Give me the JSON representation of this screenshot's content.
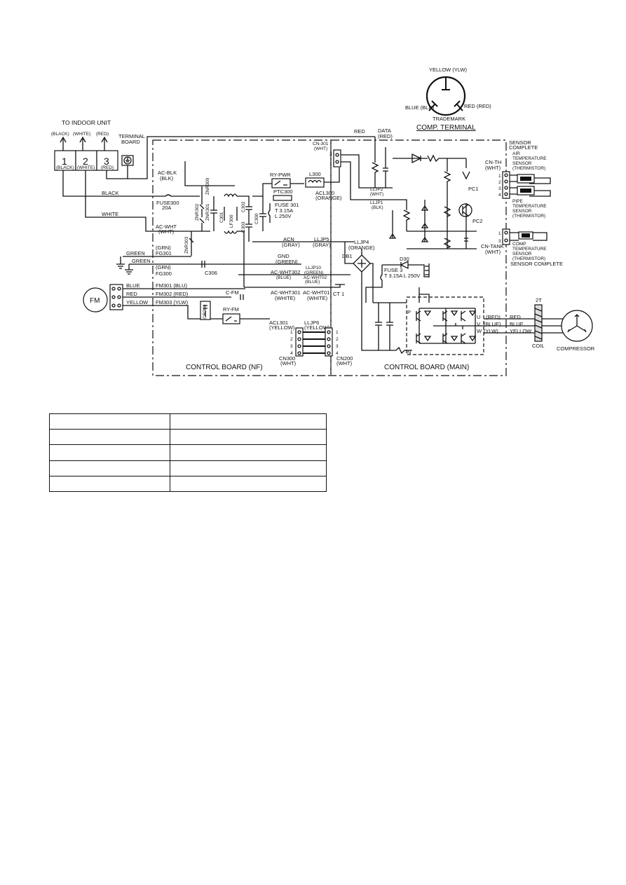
{
  "title": "TO INDOOR UNIT",
  "terminals": [
    {
      "num": "1",
      "color": "(BLACK)",
      "top": "(BLACK)"
    },
    {
      "num": "2",
      "color": "(WHITE)",
      "top": "(WHITE)"
    },
    {
      "num": "3",
      "color": "(RED)",
      "top": "(RED)"
    }
  ],
  "terminal_board": [
    "TERMINAL",
    "BOARD"
  ],
  "comp_terminal": {
    "label": "COMP. TERMINAL",
    "yellow": "YELLOW (YLW)",
    "blue": "BLUE (BLU)",
    "red": "RED (RED)",
    "trademark": "TRADEMARK"
  },
  "wires": {
    "red": "RED",
    "data": "DATA",
    "data_sub": "(RED)",
    "black": "BLACK",
    "white": "WHITE",
    "green1": "GREEN",
    "green2": "GREEN",
    "blue": "BLUE",
    "red2": "RED",
    "yellow": "YELLOW",
    "out_red": "RED",
    "out_blue": "BLUE",
    "out_yellow": "YELLOW"
  },
  "nf": {
    "cn301": "CN-301",
    "cn301_sub": "(WHT)",
    "ac_blk": "AC-BLK",
    "ac_blk_sub": "(BLK)",
    "fuse300": "FUSE300",
    "fuse300_sub": "20A",
    "ac_wht": "AC-WHT",
    "ac_wht_sub": "(WHT)",
    "ry_pwr": "RY-PWR",
    "ptc300": "PTC300",
    "fuse301": "FUSE 301",
    "fuse301_a": "T 3.15A",
    "fuse301_b": "L 250V",
    "l300": "L300",
    "acl300": "ACL300",
    "acl300_sub": "(ORANGE)",
    "znr300": "ZNR300",
    "znr301": "ZNR301",
    "znr302": "ZNR302",
    "znr303": "ZNR303",
    "c301": "C301",
    "lf300": "LF300",
    "c302": "C302",
    "c303": "C303",
    "c300": "C300",
    "acn": "ACN",
    "acn_sub": "(GRAY)",
    "lljp5": "LLJP5",
    "lljp5_sub": "(GRAY)",
    "lljp4": "LLJP4",
    "lljp4_sub": "(ORANGE)",
    "grn": "(GRN)",
    "fg301": "FG301",
    "grn2": "(GRN)",
    "fg300": "FG300",
    "gnd": "GND",
    "gnd_sub": "(GREEN)",
    "c306": "C306",
    "ac_wht302": "AC-WHT302",
    "ac_wht302_sub": "(BLUE)",
    "lljp10": "LLJP10",
    "lljp10_sub": "(GREEN)",
    "ac_wht02": "AC-WHT02",
    "ac_wht02_sub": "(BLUE)",
    "fm301": "FM301 (BLU)",
    "fm302": "FM302 (RED)",
    "fm303": "FM303 (YLW)",
    "c_fm": "C-FM",
    "ac_wht301": "AC-WHT301",
    "ac_wht301_sub": "(WHITE)",
    "ac_wht01": "AC-WHT01",
    "ac_wht01_sub": "(WHITE)",
    "ct1": "CT 1",
    "cr300": "CR300",
    "ry_fm": "RY-FM",
    "acl301": "ACL301",
    "acl301_sub": "(YELLOW)",
    "lljp6": "LLJP6",
    "lljp6_sub": "(YELLOW)",
    "cn300": "CN300",
    "cn300_sub": "(WHT)",
    "cn200": "CN200",
    "cn200_sub": "(WHT)",
    "fm": "FM",
    "board_label": "CONTROL BOARD (NF)",
    "pins": [
      "1",
      "2",
      "3",
      "4"
    ]
  },
  "main": {
    "lljp2": "LLJP2",
    "lljp2_sub": "(WHT)",
    "lljp1": "LLJP1",
    "lljp1_sub": "(BLK)",
    "db1": "DB1",
    "d30": "D30",
    "fuse3": "FUSE 3",
    "fuse3_sub": "T 3.15A L 250V",
    "pc1": "PC1",
    "pc2": "PC2",
    "p": "P",
    "n": "N",
    "u": "U",
    "u_sub": "(RED)",
    "v": "V",
    "v_sub": "(BLUE)",
    "w": "W",
    "w_sub": "(YLW)",
    "board_label": "CONTROL BOARD (MAIN)",
    "pins_cn3": [
      "3",
      "1"
    ]
  },
  "sensors": {
    "complete1": "SENSOR",
    "complete1_b": "COMPLETE",
    "air": [
      "AIR",
      "TEMPERATURE",
      "SENSOR",
      "(THERMISTOR)"
    ],
    "cn_th": "CN-TH",
    "cn_th_sub": "(WHT)",
    "pipe": [
      "PIPE",
      "TEMPERATURE",
      "SENSOR",
      "(THERMISTOR)"
    ],
    "cn_tank": "CN-TANK",
    "cn_tank_sub": "(WHT)",
    "comp": [
      "COMP",
      "TEMPERATURE",
      "SENSOR",
      "(THERMISTOR)"
    ],
    "complete2": "SENSOR COMPLETE",
    "pins4": [
      "1",
      "2",
      "3",
      "4"
    ],
    "pins2": [
      "1",
      "3"
    ]
  },
  "coil": {
    "t2": "2T",
    "label": "COIL"
  },
  "compressor": "COMPRESSOR",
  "table": {
    "rows": [
      [
        "",
        ""
      ],
      [
        "",
        ""
      ],
      [
        "",
        ""
      ],
      [
        "",
        ""
      ],
      [
        "",
        ""
      ]
    ]
  }
}
